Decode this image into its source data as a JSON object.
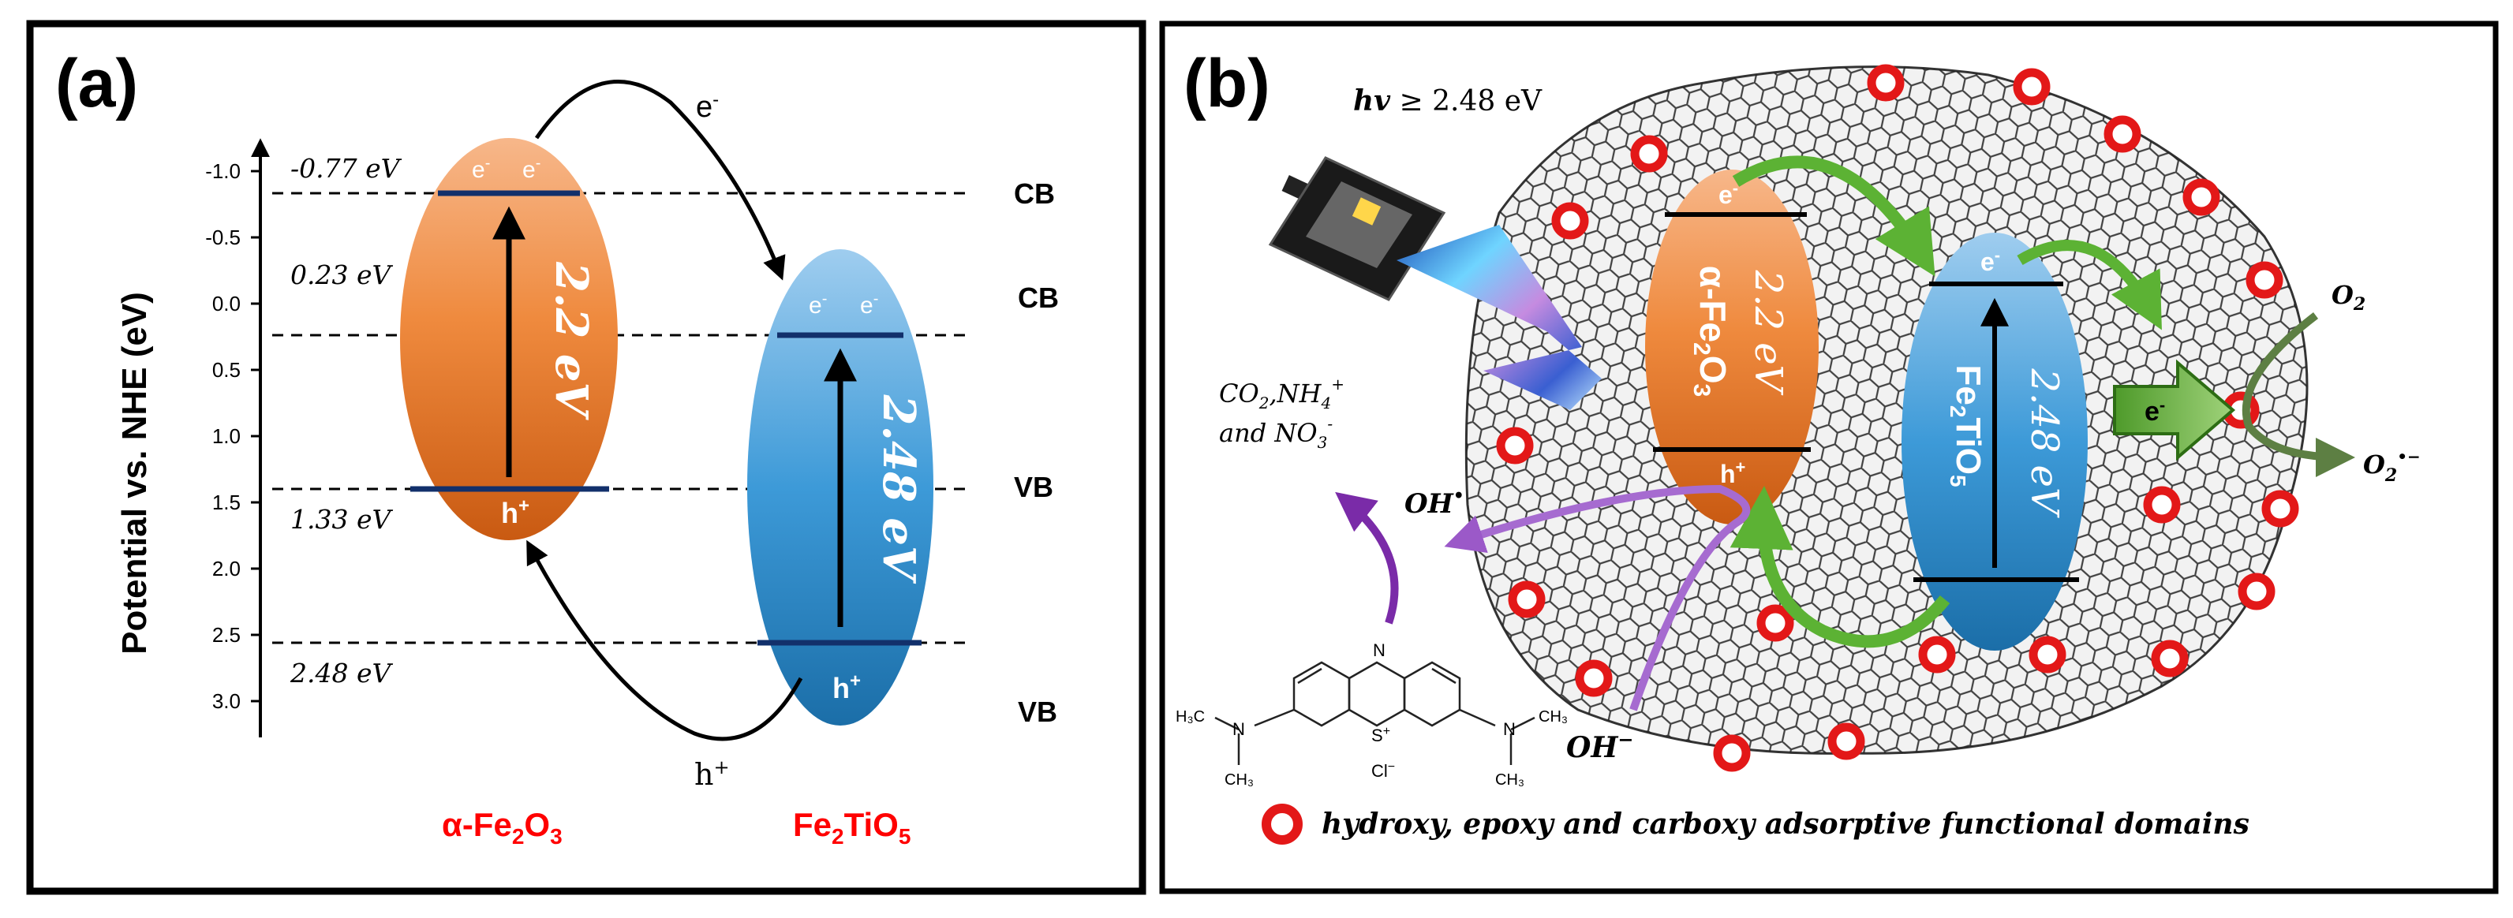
{
  "panel_a": {
    "label": "(a)",
    "axis_label": "Potential vs.  NHE (eV)",
    "ticks": [
      "-1.0",
      "-0.5",
      "0.0",
      "0.5",
      "1.0",
      "1.5",
      "2.0",
      "2.5",
      "3.0"
    ],
    "levels": {
      "l1": "-0.77 eV",
      "l2": "0.23 eV",
      "l3": "1.33 eV",
      "l4": "2.48 eV"
    },
    "band_labels": {
      "cb_left": "CB",
      "cb_right": "CB",
      "vb_left": "VB",
      "vb_right": "VB"
    },
    "electron": "e",
    "electron_sup": "-",
    "hole": "h",
    "hole_sup": "+",
    "hematite": {
      "gap": "2.2 eV",
      "name_prefix": "α-Fe",
      "sub1": "2",
      "mid": "O",
      "sub2": "3",
      "color": "#e8762b"
    },
    "fe2tio5": {
      "gap": "2.48 eV",
      "name_prefix": "Fe",
      "sub1": "2",
      "mid": "TiO",
      "sub2": "5",
      "color": "#2f8fd0"
    },
    "name_color": "#ff0000"
  },
  "panel_b": {
    "label": "(b)",
    "light": {
      "prefix": "hv",
      "rest": " ≥ 2.48 eV"
    },
    "hematite": {
      "gap": "2.2 eV",
      "name_prefix": "α-Fe",
      "sub1": "2",
      "mid": "O",
      "sub2": "3"
    },
    "fe2tio5": {
      "gap": "2.48 eV",
      "name_prefix": "Fe",
      "sub1": "2",
      "mid": "TiO",
      "sub2": "5"
    },
    "electron": "e",
    "electron_sup": "-",
    "hole": "h",
    "hole_sup": "+",
    "o2": "O",
    "o2_sub": "2",
    "superoxide": {
      "base": "O",
      "sub": "2",
      "sup": "•−"
    },
    "oh_radical": {
      "base": "OH",
      "sup": "•"
    },
    "oh_minus": {
      "base": "OH",
      "sup": "−"
    },
    "products": {
      "line1_a": "CO",
      "line1_sub": "2",
      "line1_b": ",NH",
      "line1_sub2": "4",
      "line1_sup": "+",
      "line2_a": "and NO",
      "line2_sub": "3",
      "line2_sup": "-"
    },
    "molecule": {
      "n_top": "N",
      "s_plus": "S",
      "s_sup": "+",
      "cl": "Cl",
      "cl_sup": "−",
      "left_n": "N",
      "right_n": "N",
      "h3c_left": "H₃C",
      "ch3_right": "CH₃",
      "ch3_below_left": "CH₃",
      "ch3_below_right": "CH₃"
    },
    "legend": "hydroxy, epoxy and carboxy adsorptive functional domains"
  }
}
